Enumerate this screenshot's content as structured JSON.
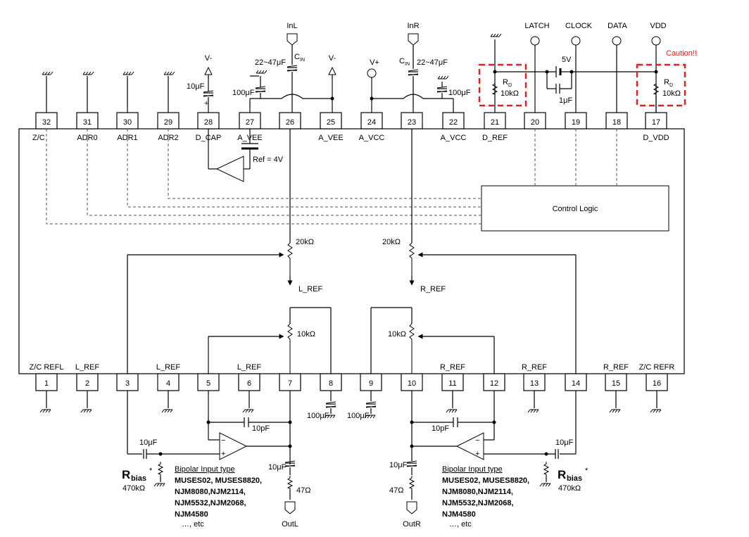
{
  "top_pins": [
    {
      "num": "32",
      "label": "Z/C"
    },
    {
      "num": "31",
      "label": "ADR0"
    },
    {
      "num": "30",
      "label": "ADR1"
    },
    {
      "num": "29",
      "label": "ADR2"
    },
    {
      "num": "28",
      "label": "D_CAP"
    },
    {
      "num": "27",
      "label": "A_VEE"
    },
    {
      "num": "26",
      "label": ""
    },
    {
      "num": "25",
      "label": "A_VEE"
    },
    {
      "num": "24",
      "label": "A_VCC"
    },
    {
      "num": "23",
      "label": ""
    },
    {
      "num": "22",
      "label": "A_VCC"
    },
    {
      "num": "21",
      "label": "D_REF"
    },
    {
      "num": "20",
      "label": ""
    },
    {
      "num": "19",
      "label": ""
    },
    {
      "num": "18",
      "label": ""
    },
    {
      "num": "17",
      "label": "D_VDD"
    }
  ],
  "bottom_pins": [
    {
      "num": "1",
      "label": "Z/C REFL"
    },
    {
      "num": "2",
      "label": "L_REF"
    },
    {
      "num": "3",
      "label": ""
    },
    {
      "num": "4",
      "label": "L_REF"
    },
    {
      "num": "5",
      "label": ""
    },
    {
      "num": "6",
      "label": "L_REF"
    },
    {
      "num": "7",
      "label": ""
    },
    {
      "num": "8",
      "label": ""
    },
    {
      "num": "9",
      "label": ""
    },
    {
      "num": "10",
      "label": ""
    },
    {
      "num": "11",
      "label": "R_REF"
    },
    {
      "num": "12",
      "label": ""
    },
    {
      "num": "13",
      "label": "R_REF"
    },
    {
      "num": "14",
      "label": ""
    },
    {
      "num": "15",
      "label": "R_REF"
    },
    {
      "num": "16",
      "label": "Z/C REFR"
    }
  ],
  "signals": {
    "inl": "InL",
    "inr": "InR",
    "latch": "LATCH",
    "clock": "CLOCK",
    "data": "DATA",
    "vdd": "VDD",
    "vminus": "V-",
    "vplus": "V+",
    "outl": "OutL",
    "outr": "OutR",
    "l_ref": "L_REF",
    "r_ref": "R_REF"
  },
  "components": {
    "cin_value": "22~47μF",
    "cap_10u": "10μF",
    "cap_100u": "100μF",
    "cap_1u": "1μF",
    "cap_10p": "10pF",
    "supply_5v": "5V",
    "ref_4v": "Ref = 4V",
    "rd_value": "10kΩ",
    "pot_20k": "20kΩ",
    "pot_10k": "10kΩ",
    "r_47": "47Ω",
    "r_470k": "470kΩ",
    "caution": "Caution!!",
    "control_logic": "Control Logic"
  },
  "bipolar_note": {
    "title": "Bipolar Input type",
    "lines": [
      "MUSES02, MUSES8820,",
      "NJM8080,NJM2114,",
      "NJM5532,NJM2068,",
      "NJM4580",
      "…, etc"
    ]
  },
  "colors": {
    "caution": "#e0201a",
    "wire": "#000000",
    "dashed": "#555555"
  }
}
